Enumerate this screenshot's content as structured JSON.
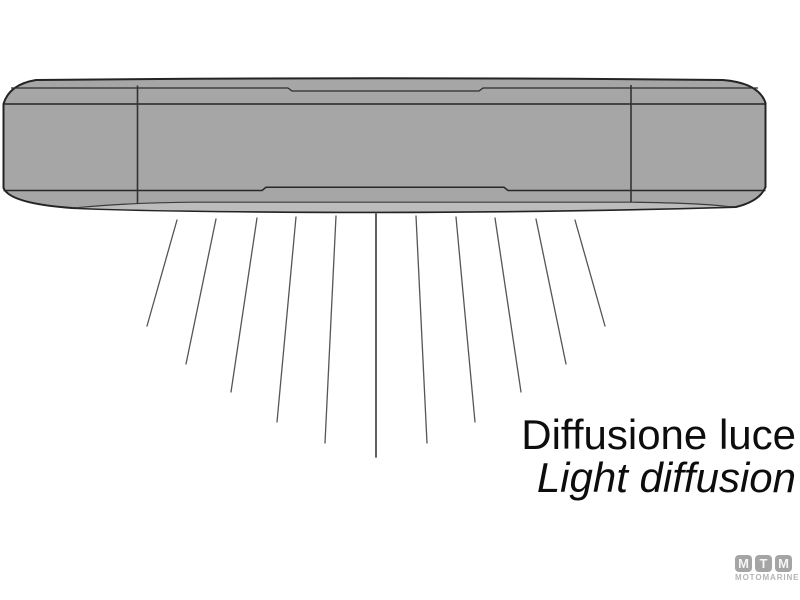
{
  "page": {
    "background_color": "#ffffff"
  },
  "diagram": {
    "caption_primary": "Diffusione luce",
    "caption_secondary": "Light diffusion",
    "bar_fill": "#a6a6a6",
    "bar_underside_fill": "#bcbcbc",
    "outline_color": "#242424",
    "ray_color": "#555555",
    "center_ray_color": "#454545",
    "ray_count": 11
  },
  "logo": {
    "letters": [
      "M",
      "T",
      "M"
    ],
    "name": "MOTOMARINE",
    "box_color": "#a5a5a5",
    "letter_color": "#f5f5f5",
    "name_color": "#b4b4b4"
  }
}
